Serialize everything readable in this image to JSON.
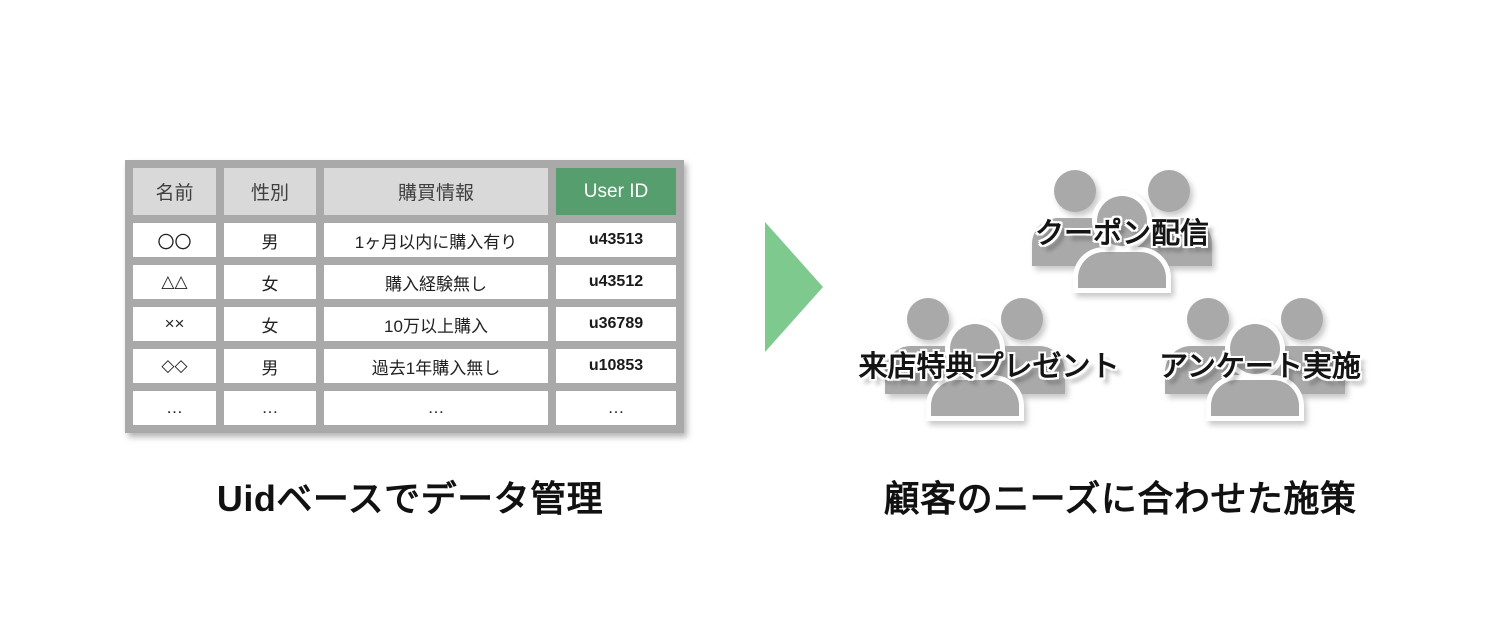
{
  "table": {
    "headers": [
      "名前",
      "性別",
      "購買情報",
      "User ID"
    ],
    "rows": [
      [
        "〇〇",
        "男",
        "1ヶ月以内に購入有り",
        "u43513"
      ],
      [
        "△△",
        "女",
        "購入経験無し",
        "u43512"
      ],
      [
        "××",
        "女",
        "10万以上購入",
        "u36789"
      ],
      [
        "◇◇",
        "男",
        "過去1年購入無し",
        "u10853"
      ],
      [
        "…",
        "…",
        "…",
        "…"
      ]
    ],
    "header_accent_color": "#579e6e"
  },
  "left_caption": "Uidベースでデータ管理",
  "arrow": {
    "direction": "right",
    "color": "#7dc98e"
  },
  "groups": [
    {
      "label": "クーポン配信"
    },
    {
      "label": "来店特典プレゼント"
    },
    {
      "label": "アンケート実施"
    }
  ],
  "right_caption": "顧客のニーズに合わせた施策",
  "colors": {
    "table_grid": "#a9a9a9",
    "table_header_bg": "#d9d9d9",
    "uid_header_bg": "#579e6e",
    "arrow_green": "#7dc98e",
    "person_gray": "#a9a9a9"
  }
}
